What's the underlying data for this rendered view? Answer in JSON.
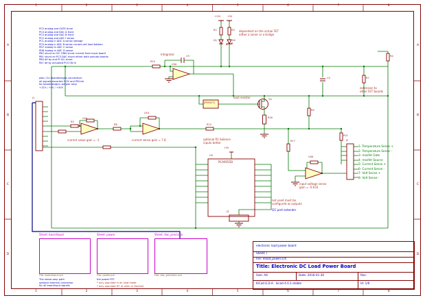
{
  "frame": {
    "columns": [
      "1",
      "2",
      "3",
      "4",
      "5",
      "6",
      "7",
      "8"
    ],
    "rows": [
      "A",
      "B",
      "C",
      "D"
    ]
  },
  "mcu_notes": {
    "lines": [
      "PC5 analog and GATE drive",
      "PC4 analog and DAC A front",
      "PC3 analog and DAC B front",
      "PC2 analog and ADC I sense",
      "PC1 analog in ADC A sense voltage",
      "PC0 analog in ADC B sense current wrt load bottom",
      "PD7 analog in ADC C sense",
      "PD6 analog in ADC D sense",
      "PB2 shunt on I2C GND shunt current from input board",
      "PB1 shunt on PC3 DAC shunt either both pseudo boards",
      "PB0 dif by and PI IOL shunt",
      "PA7 dif by actuated PC5 GN in"
    ]
  },
  "bus_notes": {
    "lines": [
      "pdb / i2c boarddesigns connection:",
      "all signals escorted 3.3V and PID-ish",
      "for boarddesigns use pwr amp",
      "+12V / +5V / +3V3"
    ]
  },
  "annotations": {
    "fet_note_1": "dependent on the actual FET",
    "fet_note_2": "either a zener or a bridge",
    "integrator": "Integrator",
    "load_resistor": "load resistor",
    "gain_value": "current value gain = -1",
    "gain_sense": "current sense gain = 7.8",
    "balance_1": "optional R1 balance",
    "balance_2": "inputs better",
    "vsense_1": "input voltage sense",
    "vsense_2": "gain = -0.033",
    "extension_1": "extension to",
    "extension_2": "other FET boards",
    "ic_note_1": "not used must be",
    "ic_note_2": "configured as outputs",
    "i2c_note": "I2C port extender",
    "populate_1": "* only populate in dc load mode",
    "populate_2": "* only populate R7 (0 ohm) in Rev2A4"
  },
  "connector_pins": [
    "1- Temperature Sense +",
    "2- Temperature Sense -",
    "3- mosfet Gate",
    "4- mosfet Source",
    "5- Current Sense +",
    "6- Current Sense -",
    "7- Volt Sense +",
    "8- Volt Sense -"
  ],
  "power": {
    "p12": "+12V",
    "p5": "+5V",
    "p5_ic": "+5V"
  },
  "components": {
    "u3a": "U3A",
    "c9": "C9",
    "r15": "R15",
    "u2a": "U2A",
    "u1a": "U1A",
    "u4a": "U4A",
    "q1": "Q1",
    "r30": "R30",
    "r5": "R5",
    "r8": "R8",
    "r12": "R12",
    "r21": "R21",
    "r17": "R17",
    "r2": "R2",
    "d1": "D1",
    "r3": "R3",
    "d2": "D2",
    "c3": "C3",
    "r9": "R9",
    "r7": "R7",
    "r4": "R4",
    "u5": "U5",
    "j1": "J1",
    "j2": "J2",
    "j3": "J3",
    "ic_value": "PCA9555D",
    "opto_value": "[PD942T]"
  },
  "sheets": [
    {
      "name": "Sheet: boardinput",
      "file": "File: boardinput.sch",
      "comments": [
        "The sense-amp path",
        "optional external connector",
        "for all boardinput signals"
      ]
    },
    {
      "name": "Sheet: power",
      "file": "File: power.sch",
      "comments": [
        "the power FET"
      ]
    },
    {
      "name": "Sheet: dac_precision",
      "file": "File: dac_precision.sch",
      "comments": []
    }
  ],
  "title_block": {
    "comment": "electronic load power board",
    "sheet": "Sheet: /",
    "file": "File: eload_power.sch",
    "title": "Title: Electronic DC Load Power Board",
    "size_label": "Size: A4",
    "date_label": "Date: 2016-01-30",
    "rev_label": "Rev:",
    "tool": "KiCad E.D.A.  kicad 4.0.1-stable",
    "id_label": "Id: 1/6"
  }
}
